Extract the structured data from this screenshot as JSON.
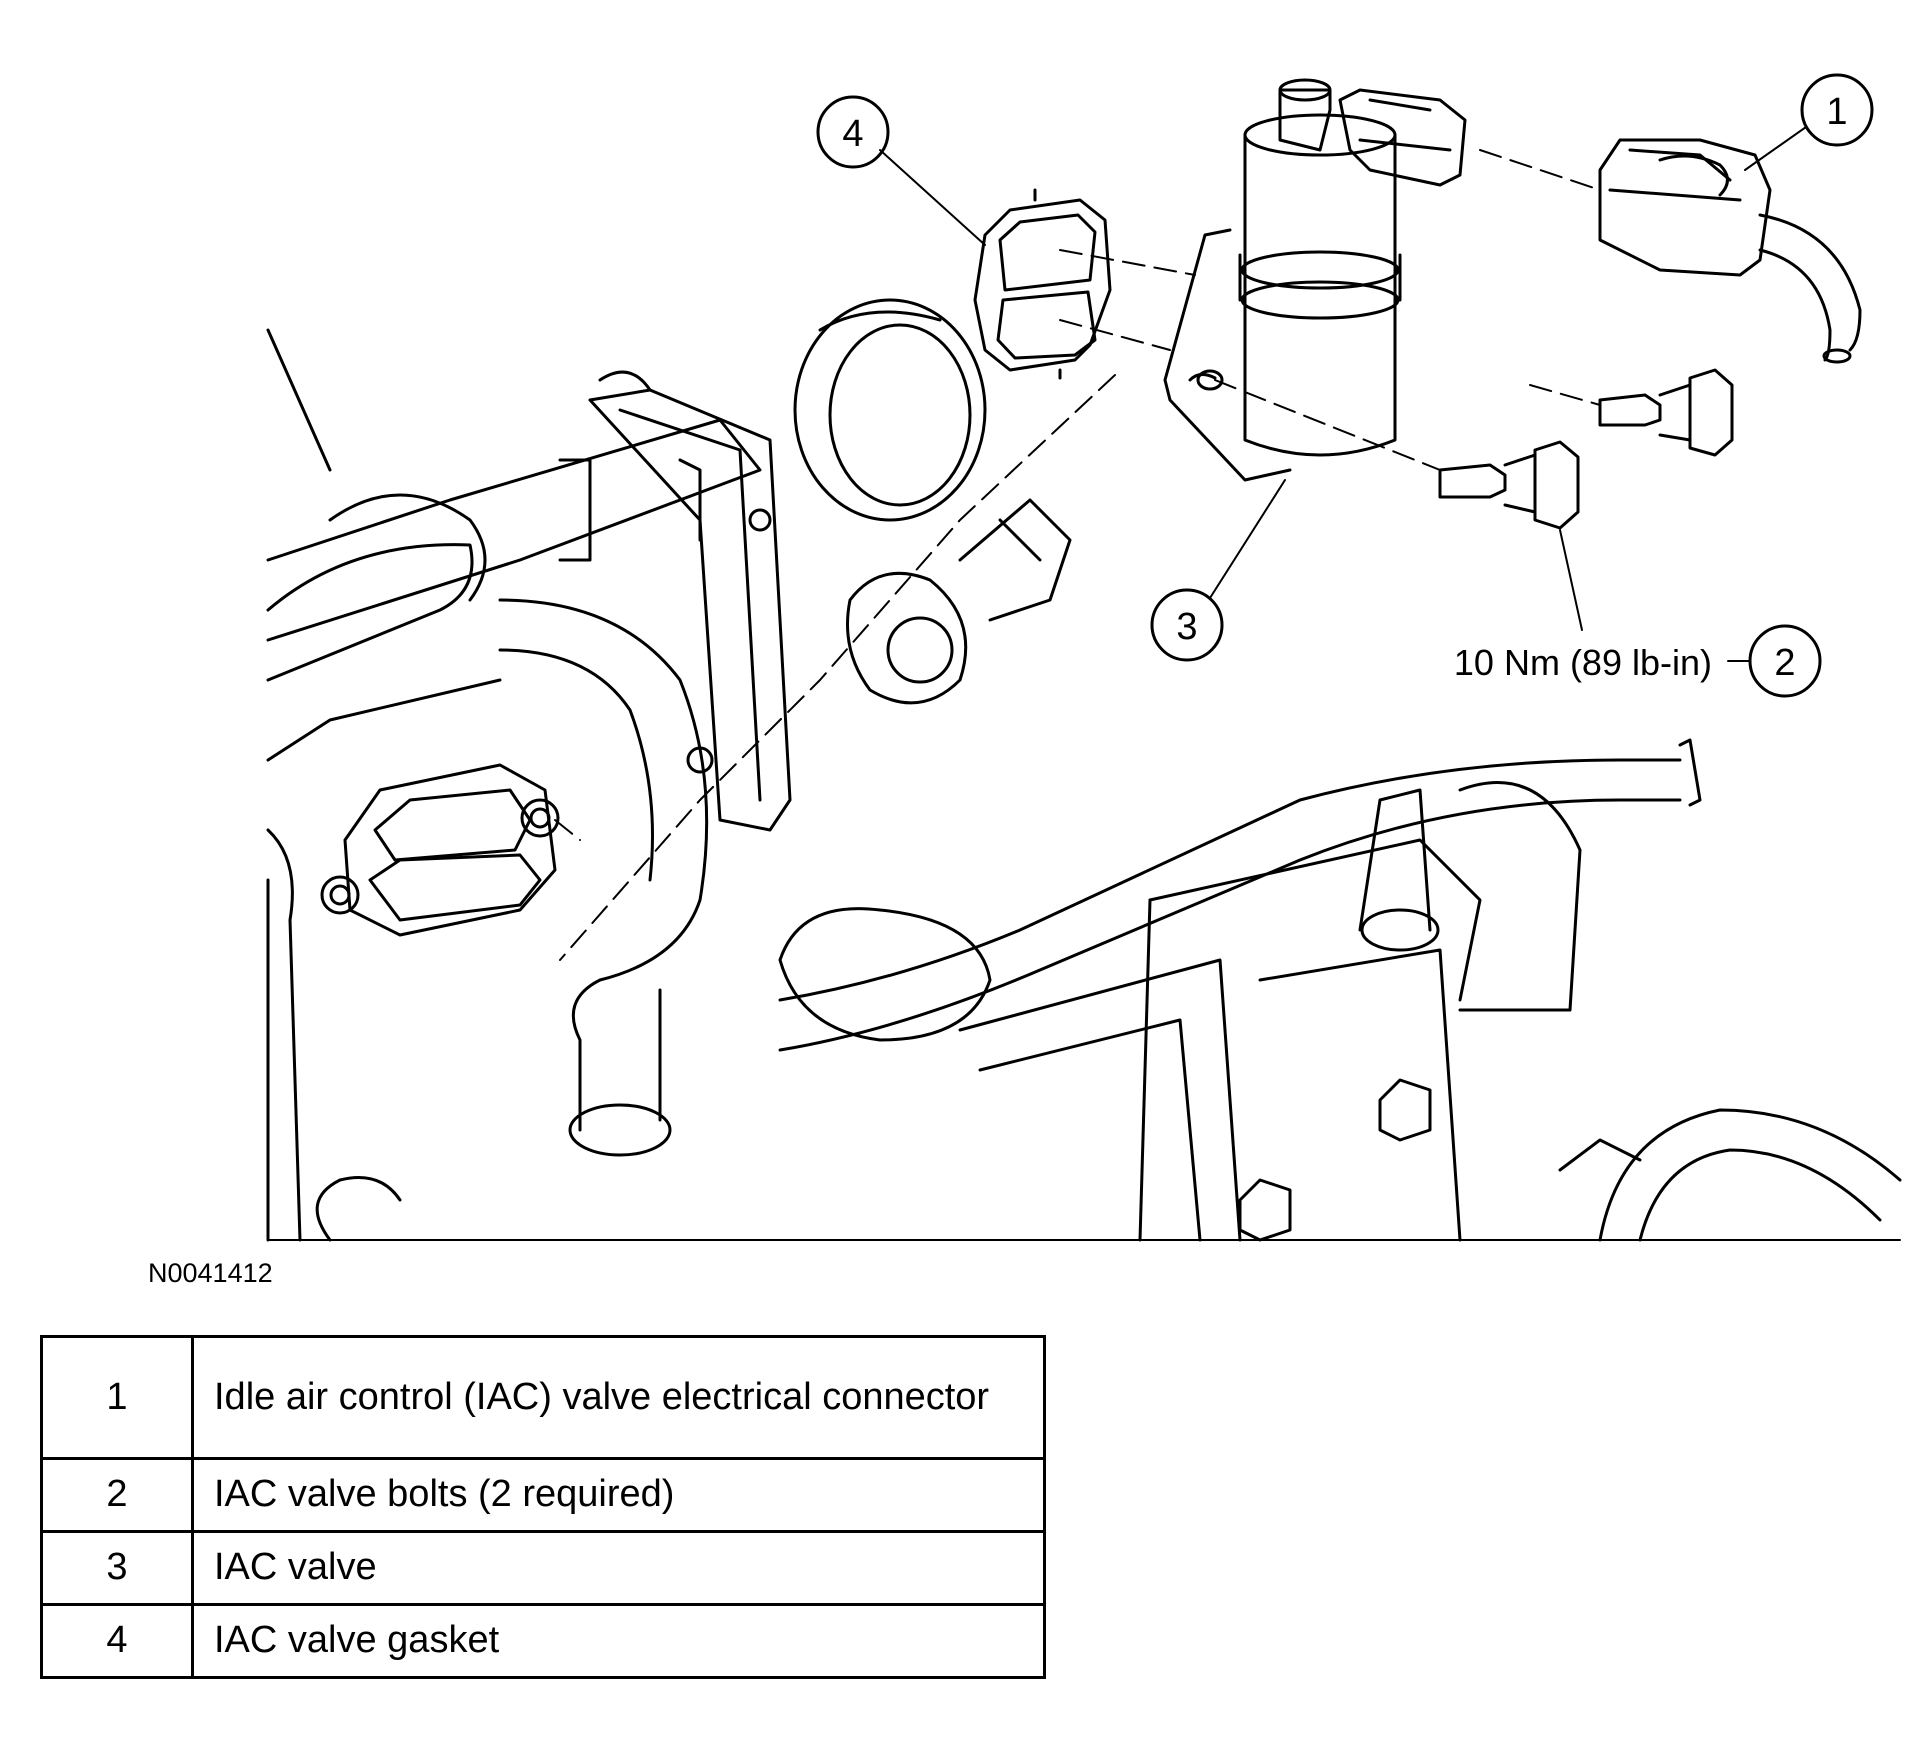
{
  "figure": {
    "id": "N0041412",
    "callouts": [
      {
        "number": "1",
        "target": "iac-valve-electrical-connector"
      },
      {
        "number": "2",
        "target": "iac-valve-bolts",
        "torque": "10 Nm (89 lb-in)"
      },
      {
        "number": "3",
        "target": "iac-valve"
      },
      {
        "number": "4",
        "target": "iac-valve-gasket"
      }
    ]
  },
  "legend": {
    "rows": [
      {
        "number": "1",
        "description": "Idle air control (IAC) valve electrical connector"
      },
      {
        "number": "2",
        "description": "IAC valve bolts (2 required)"
      },
      {
        "number": "3",
        "description": "IAC valve"
      },
      {
        "number": "4",
        "description": "IAC valve gasket"
      }
    ]
  }
}
